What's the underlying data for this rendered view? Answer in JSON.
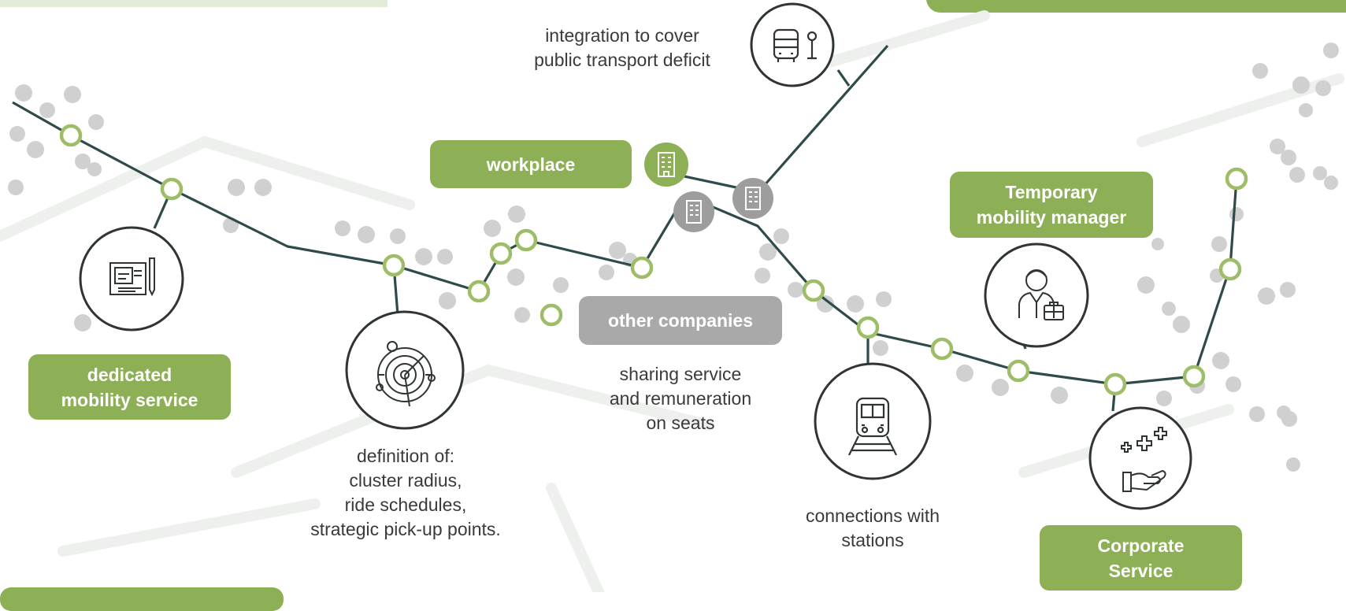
{
  "labels": {
    "workplace": "workplace",
    "other_companies": "other companies",
    "temporary_manager": "Temporary\nmobility manager",
    "dedicated_service": "dedicated\nmobility service",
    "corporate_service": "Corporate\nService"
  },
  "captions": {
    "public_transport": "integration to cover\npublic transport deficit",
    "sharing": "sharing service\nand remuneration\non seats",
    "definition": "definition of:\ncluster radius,\nride schedules,\nstrategic pick-up points.",
    "stations": "connections with\nstations"
  },
  "icons": [
    "bus-stop-icon",
    "building-icon",
    "blueprint-icon",
    "radar-icon",
    "train-icon",
    "manager-icon",
    "care-hand-icon"
  ],
  "colors": {
    "accent_green": "#8daf55",
    "route_line": "#2f4a4a",
    "node_grey": "#9d9d9d",
    "text": "#3a3a3a"
  }
}
